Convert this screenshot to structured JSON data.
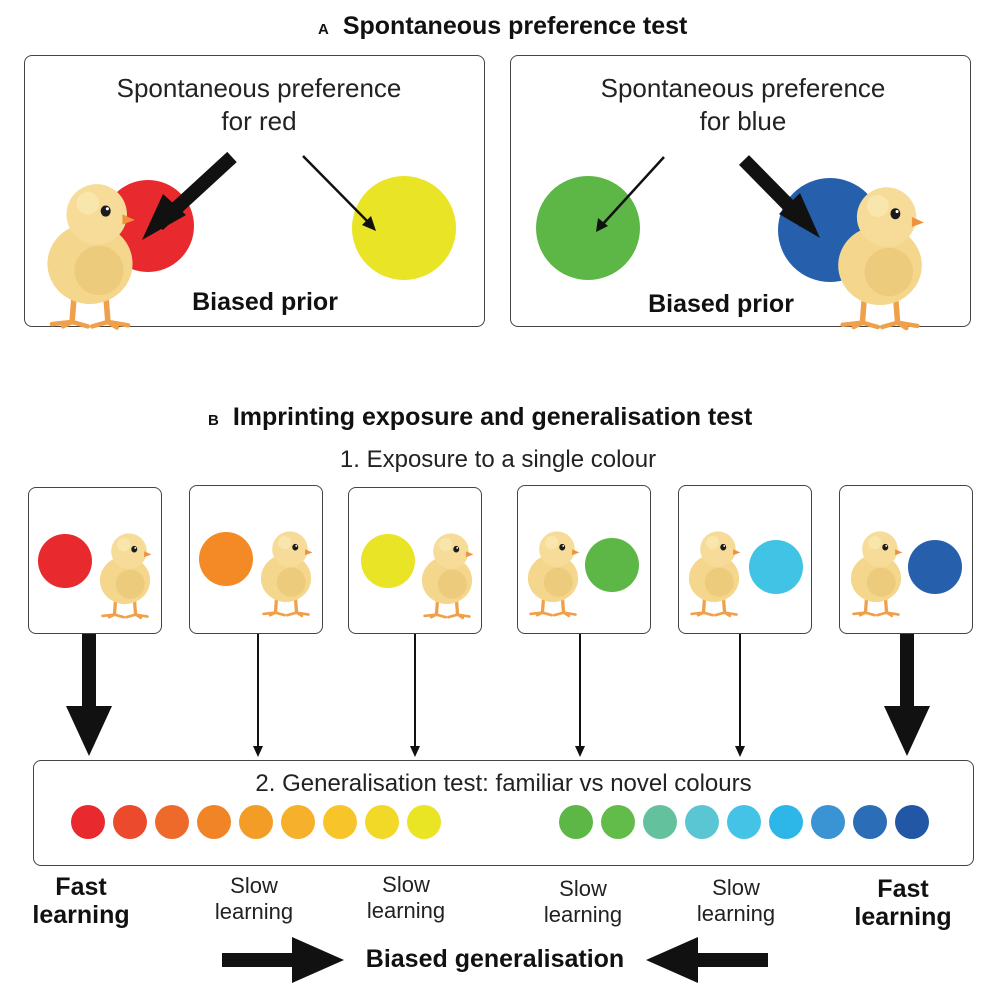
{
  "panel_a": {
    "letter": "A",
    "title": "Spontaneous preference test",
    "left": {
      "caption_line1": "Spontaneous preference",
      "caption_line2": "for red",
      "label": "Biased prior"
    },
    "right": {
      "caption_line1": "Spontaneous preference",
      "caption_line2": "for blue",
      "label": "Biased prior"
    }
  },
  "panel_b": {
    "letter": "B",
    "title": "Imprinting exposure and generalisation test",
    "step1": "1. Exposure to a single colour",
    "step2": "2. Generalisation test: familiar vs novel colours",
    "learning": [
      {
        "line1": "Fast",
        "line2": "learning"
      },
      {
        "line1": "Slow",
        "line2": "learning"
      },
      {
        "line1": "Slow",
        "line2": "learning"
      },
      {
        "line1": "Slow",
        "line2": "learning"
      },
      {
        "line1": "Slow",
        "line2": "learning"
      },
      {
        "line1": "Fast",
        "line2": "learning"
      }
    ],
    "footer": "Biased generalisation"
  },
  "colors": {
    "red": "#e8292e",
    "orange": "#f38a25",
    "yellow": "#e9e425",
    "green": "#5cb746",
    "cyan": "#41c3e6",
    "blue": "#2660ad",
    "chick_body": "#f4d68c",
    "chick_shade": "#e2b765",
    "chick_leg": "#f0a04a"
  },
  "exposure_colors": [
    "red",
    "orange",
    "yellow",
    "green",
    "cyan",
    "blue"
  ],
  "spectrum_warm": [
    "#e82a2f",
    "#eb4a2c",
    "#ee6a2a",
    "#f18427",
    "#f39c26",
    "#f6b02b",
    "#f7c52a",
    "#f2d827",
    "#e9e424"
  ],
  "spectrum_cool": [
    "#5cb746",
    "#62bc4a",
    "#64c19e",
    "#5bc6d3",
    "#45c3e7",
    "#2db7e8",
    "#3a93d3",
    "#2c6db7",
    "#2257a6"
  ]
}
